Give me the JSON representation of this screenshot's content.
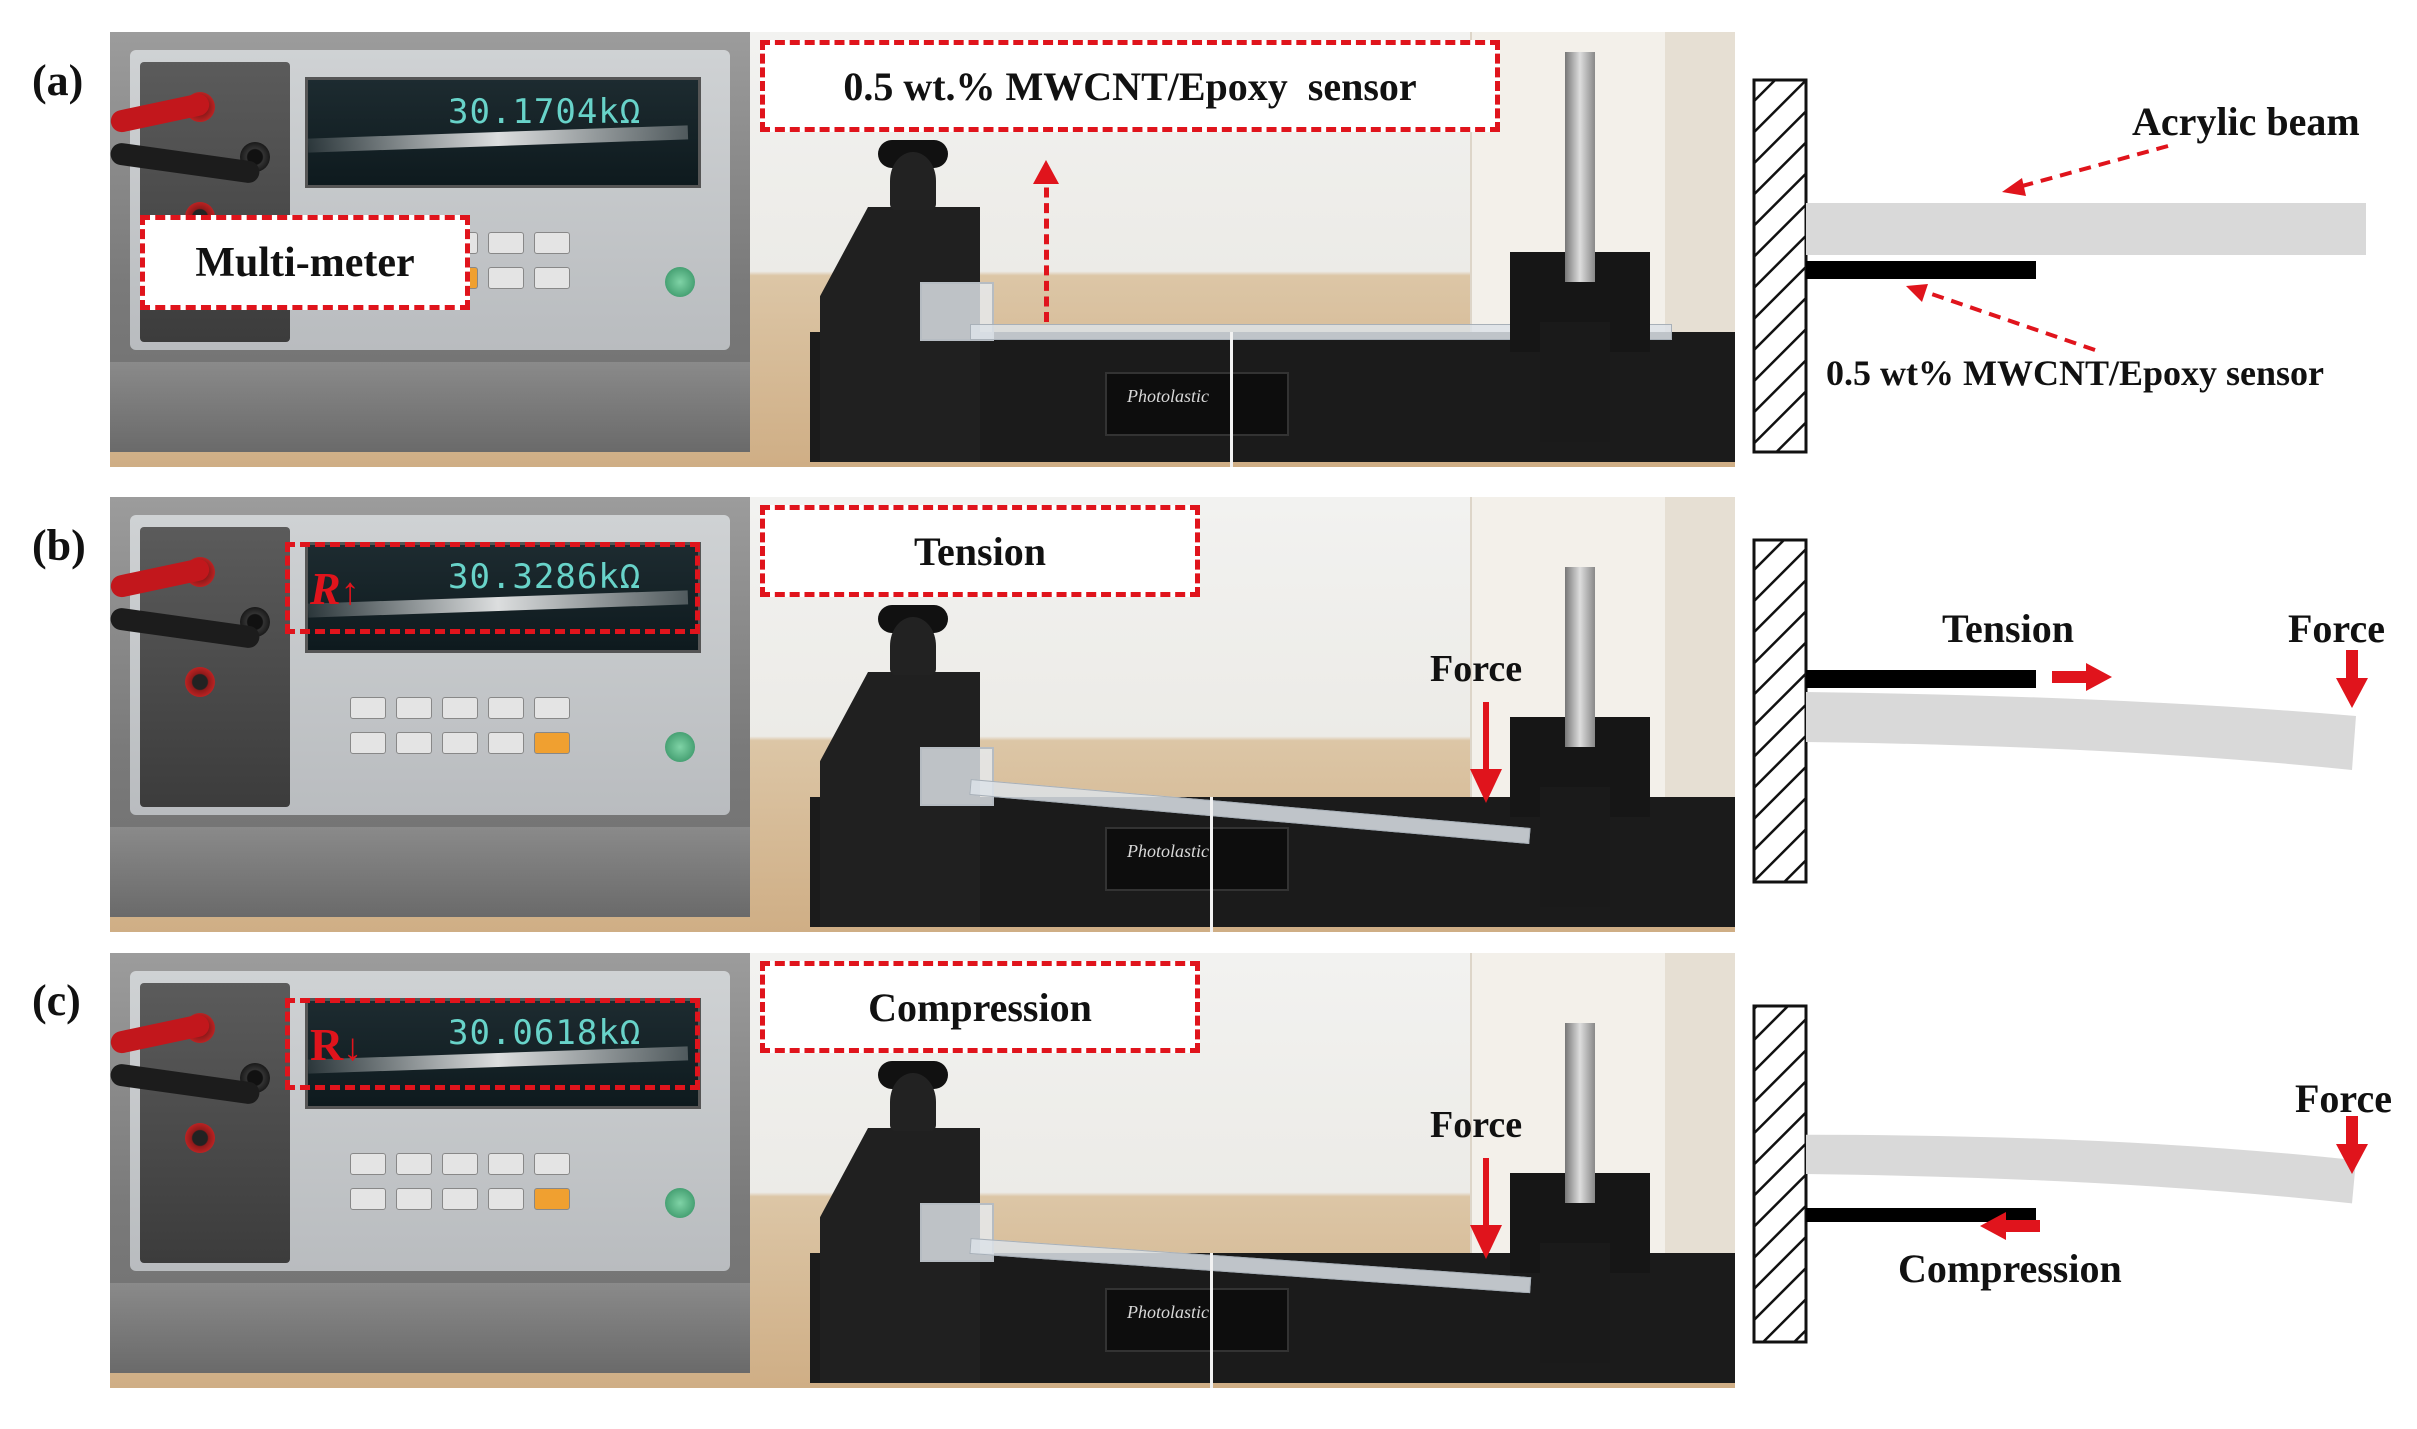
{
  "figure": {
    "panels": [
      {
        "label": "(a)",
        "meter_reading": "30.1704kΩ",
        "photo_labels": {
          "multimeter": "Multi-meter",
          "sensor": "0.5 wt.% MWCNT/Epoxy  sensor"
        },
        "diagram_labels": {
          "beam": "Acrylic beam",
          "sensor": "0.5 wt% MWCNT/Epoxy sensor"
        }
      },
      {
        "label": "(b)",
        "meter_reading": "30.3286kΩ",
        "resistance_symbol": "R",
        "resistance_direction": "↑",
        "photo_labels": {
          "state": "Tension",
          "force": "Force"
        },
        "diagram_labels": {
          "state": "Tension",
          "force": "Force"
        }
      },
      {
        "label": "(c)",
        "meter_reading": "30.0618kΩ",
        "resistance_symbol": "R",
        "resistance_direction": "↓",
        "photo_labels": {
          "state": "Compression",
          "force": "Force"
        },
        "diagram_labels": {
          "state": "Compression",
          "force": "Force"
        }
      }
    ],
    "fixture_brand": "Photolastic",
    "colors": {
      "annotation": "#e0141c",
      "beam_diagram": "#d9d9d9",
      "sensor_diagram": "#000000"
    }
  }
}
